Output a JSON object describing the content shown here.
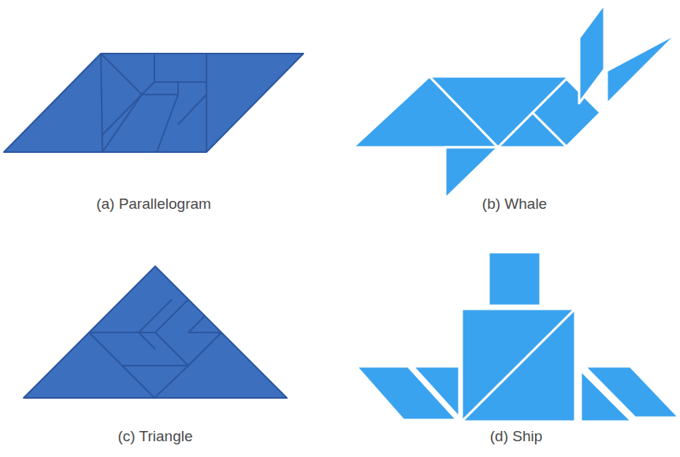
{
  "diagram": {
    "labels": [
      "(a) Parallelogram",
      "(b) Whale",
      "(c) Triangle",
      "(d) Ship"
    ]
  }
}
